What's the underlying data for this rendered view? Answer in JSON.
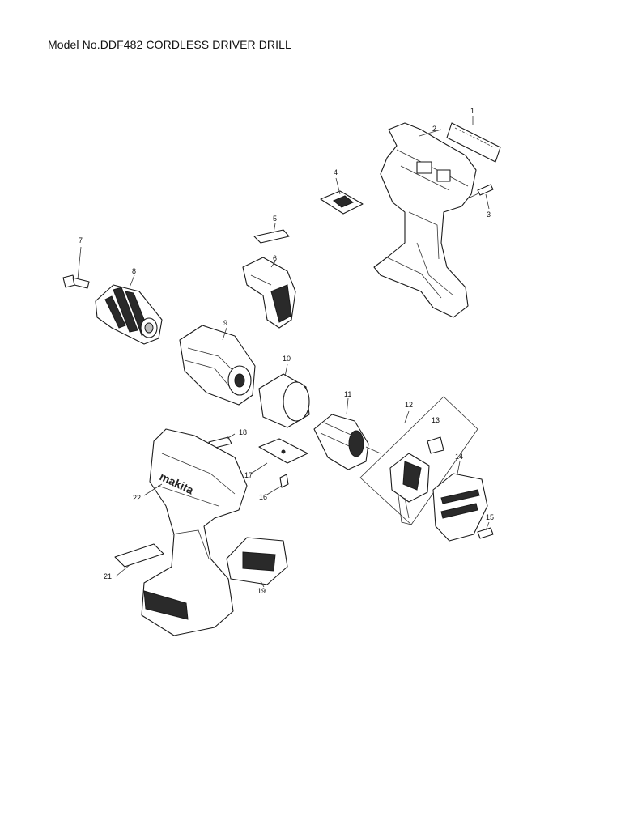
{
  "title": "Model No.DDF482 CORDLESS DRIVER DRILL",
  "callouts": [
    "1",
    "2",
    "3",
    "4",
    "5",
    "6",
    "7",
    "8",
    "9",
    "10",
    "11",
    "12",
    "13",
    "14",
    "15",
    "16",
    "17",
    "18",
    "19",
    "21",
    "22"
  ],
  "logo_text": "makita"
}
